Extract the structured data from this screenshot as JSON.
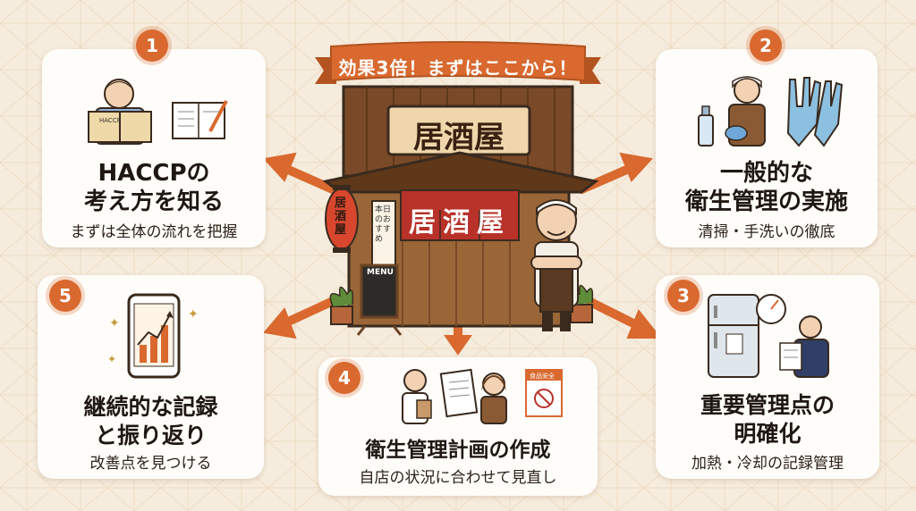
{
  "banner": {
    "label": "効果3倍！まずはここから！"
  },
  "shop": {
    "sign": "居酒屋",
    "noren": "居酒屋",
    "lantern": "居酒屋",
    "menu_board": "MENU",
    "side_board": "本日のおすすめ"
  },
  "steps": [
    {
      "number": "1",
      "title_line1": "HACCPの",
      "title_line2": "考え方を知る",
      "subtitle": "まずは全体の流れを把握",
      "book_label": "HACCP"
    },
    {
      "number": "2",
      "title_line1": "一般的な",
      "title_line2": "衛生管理の実施",
      "subtitle": "清掃・手洗いの徹底"
    },
    {
      "number": "3",
      "title_line1": "重要管理点の",
      "title_line2": "明確化",
      "subtitle": "加熱・冷却の記録管理"
    },
    {
      "number": "4",
      "title_line1": "衛生管理計画の作成",
      "subtitle": "自店の状況に合わせて見直し",
      "poster_label": "食品安全"
    },
    {
      "number": "5",
      "title_line1": "継続的な記録",
      "title_line2": "と振り返り",
      "subtitle": "改善点を見つける"
    }
  ],
  "colors": {
    "accent": "#d9692f",
    "background": "#f6ecdd",
    "card": "#fffdf9",
    "wood": "#8a5a34",
    "noren": "#b8322a"
  }
}
